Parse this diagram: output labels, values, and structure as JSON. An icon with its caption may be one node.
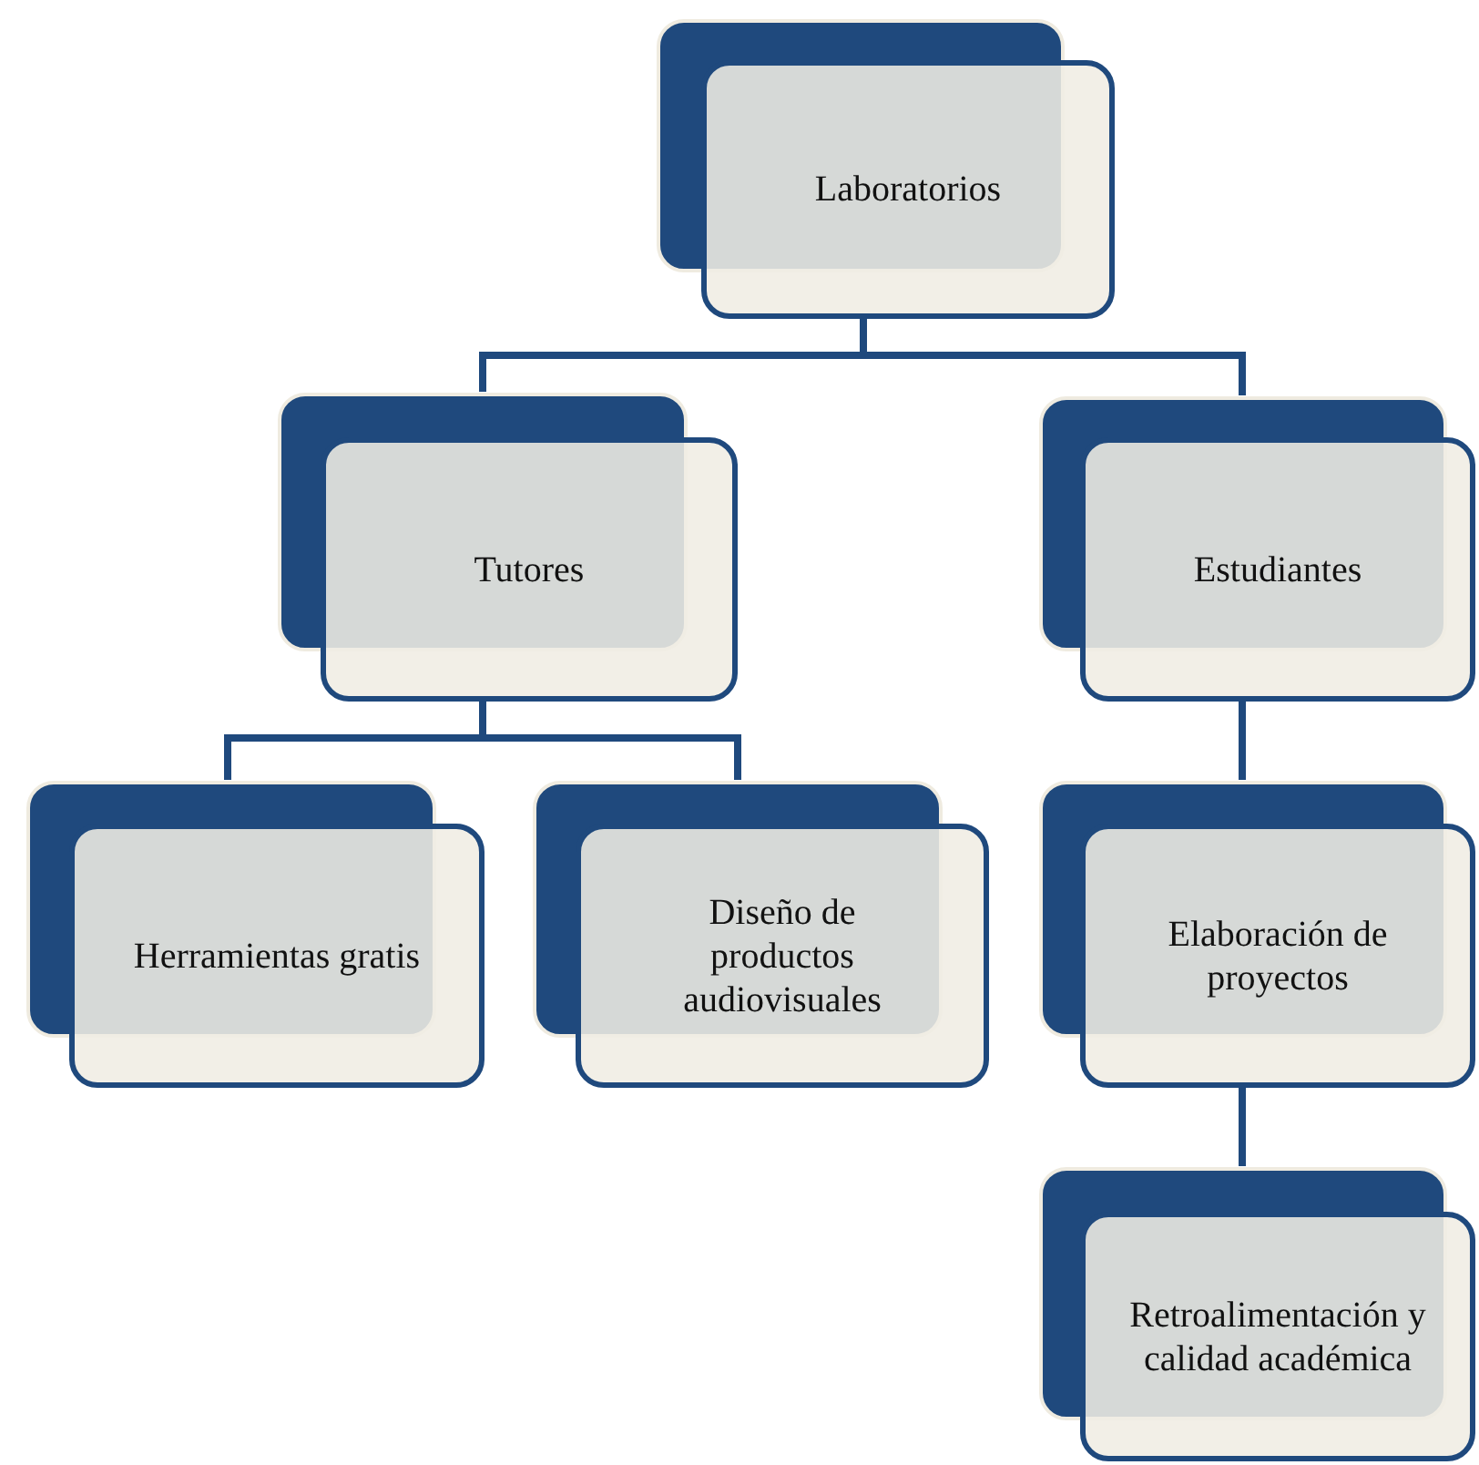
{
  "diagram": {
    "nodes": [
      {
        "text": [
          "Laboratorios"
        ]
      },
      {
        "text": [
          "Tutores"
        ]
      },
      {
        "text": [
          "Estudiantes"
        ]
      },
      {
        "text": [
          "Herramientas gratis"
        ]
      },
      {
        "text": [
          "Diseño de productos audiovisuales"
        ]
      },
      {
        "text": [
          "Elaboración de proyectos"
        ]
      },
      {
        "text": [
          "Retroalimentación y calidad académica"
        ]
      }
    ],
    "edges": [
      {
        "from": 0,
        "to": 1,
        "arrow": "none"
      },
      {
        "from": 0,
        "to": 2,
        "arrow": "none"
      },
      {
        "from": 1,
        "to": 3,
        "arrow": "none"
      },
      {
        "from": 1,
        "to": 4,
        "arrow": "none"
      },
      {
        "from": 2,
        "to": 5,
        "arrow": "none"
      },
      {
        "from": 5,
        "to": 6,
        "arrow": "none"
      }
    ]
  }
}
